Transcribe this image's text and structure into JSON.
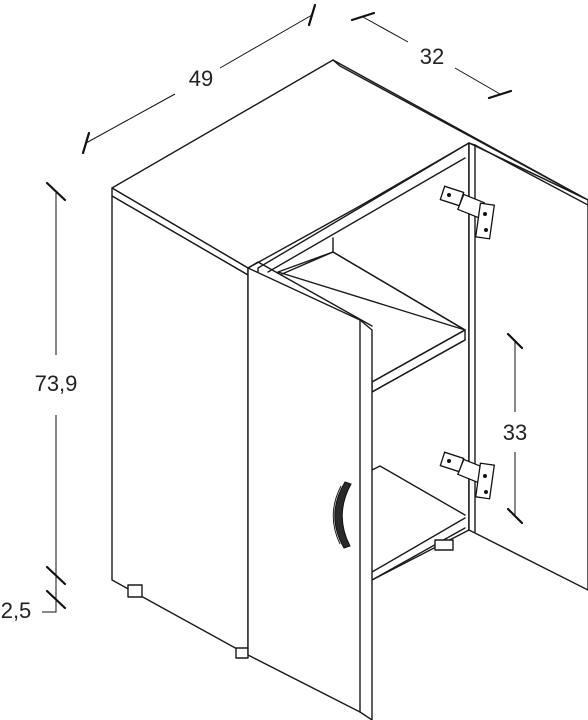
{
  "dimensions": {
    "width": "49",
    "depth": "32",
    "height": "73,9",
    "shelf_spacing": "33",
    "leg_height": "2,5"
  },
  "colors": {
    "line": "#1a1a1a",
    "background": "#ffffff"
  },
  "icons": [
    "hinge-icon",
    "door-handle-icon"
  ]
}
